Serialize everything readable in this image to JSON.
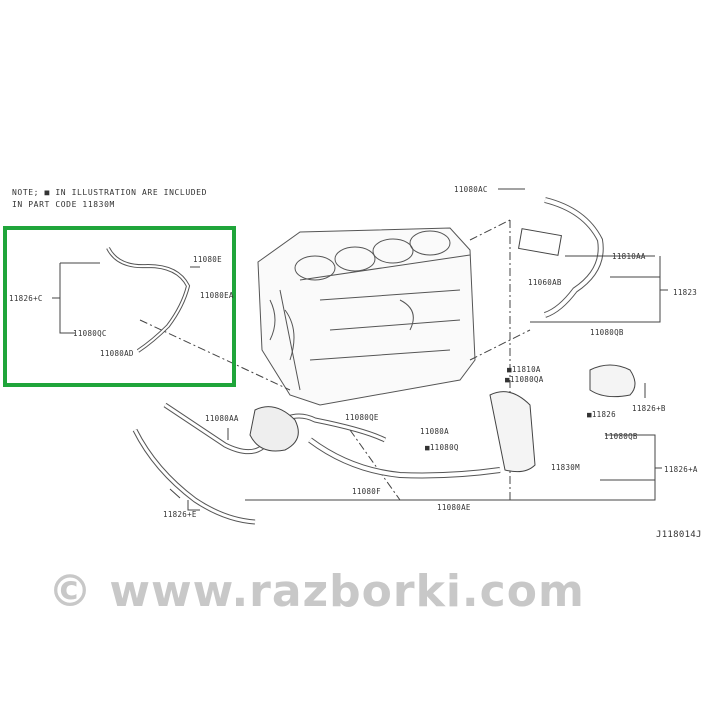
{
  "note": {
    "line1": "NOTE; ■ IN ILLUSTRATION ARE INCLUDED",
    "line2": "IN PART CODE 11830M"
  },
  "highlight_color": "#1fa53a",
  "labels": {
    "l11080E": "11080E",
    "l11080EA": "11080EA",
    "l11826C": "11826+C",
    "l11080QC": "11080QC",
    "l11080AD": "11080AD",
    "l11080AC": "11080AC",
    "l11810AA": "11810AA",
    "l11060AB": "11060AB",
    "l11823": "11823",
    "l11080QB": "11080QB",
    "l11810A": "■11810A",
    "l11080QA": "■11080QA",
    "l11826B": "11826+B",
    "l11826": "■11826",
    "l11080AA": "11080AA",
    "l11080QE": "11080QE",
    "l11080A": "11080A",
    "l11080Q": "■11080Q",
    "l11080QB2": "11080QB",
    "l11830M": "11830M",
    "l11826A": "11826+A",
    "l11080F": "11080F",
    "l11080AE": "11080AE",
    "l11826E": "11826+E",
    "code": "J118014J"
  },
  "watermark": "© www.razborki.com"
}
